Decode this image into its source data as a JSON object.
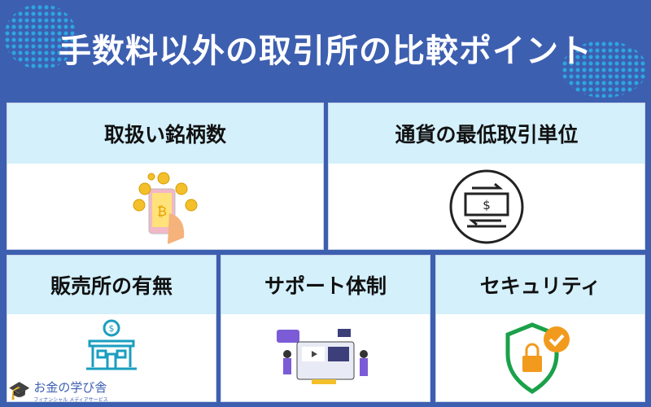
{
  "title": "手数料以外の取引所の比較ポイント",
  "cards": [
    {
      "label": "取扱い銘柄数",
      "icon": "phone-coins-icon"
    },
    {
      "label": "通貨の最低取引単位",
      "icon": "money-exchange-icon"
    },
    {
      "label": "販売所の有無",
      "icon": "bank-building-icon"
    },
    {
      "label": "サポート体制",
      "icon": "support-team-icon"
    },
    {
      "label": "セキュリティ",
      "icon": "security-shield-icon"
    }
  ],
  "logo": {
    "name": "お金の学び舎",
    "tagline": "フィナンシャル メディアサービス"
  },
  "colors": {
    "background": "#3d5fb0",
    "header": "#d3f0fb"
  }
}
